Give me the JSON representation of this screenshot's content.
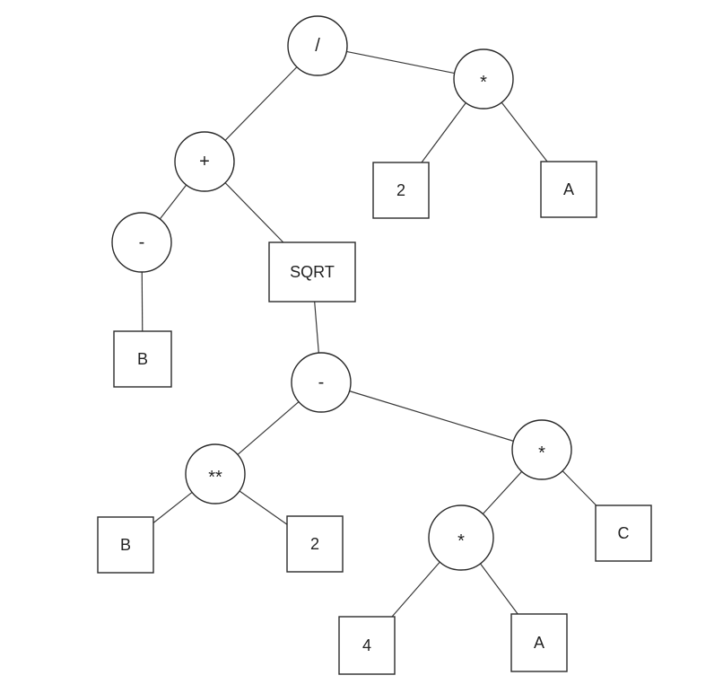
{
  "tree": {
    "root": {
      "label": "/",
      "shape": "circle",
      "children": [
        {
          "label": "+",
          "shape": "circle",
          "children": [
            {
              "label": "-",
              "shape": "circle",
              "children": [
                {
                  "label": "B",
                  "shape": "box",
                  "children": []
                }
              ]
            },
            {
              "label": "SQRT",
              "shape": "box",
              "children": [
                {
                  "label": "-",
                  "shape": "circle",
                  "children": [
                    {
                      "label": "**",
                      "shape": "circle",
                      "children": [
                        {
                          "label": "B",
                          "shape": "box",
                          "children": []
                        },
                        {
                          "label": "2",
                          "shape": "box",
                          "children": []
                        }
                      ]
                    },
                    {
                      "label": "*",
                      "shape": "circle",
                      "children": [
                        {
                          "label": "*",
                          "shape": "circle",
                          "children": [
                            {
                              "label": "4",
                              "shape": "box",
                              "children": []
                            },
                            {
                              "label": "A",
                              "shape": "box",
                              "children": []
                            }
                          ]
                        },
                        {
                          "label": "C",
                          "shape": "box",
                          "children": []
                        }
                      ]
                    }
                  ]
                }
              ]
            }
          ]
        },
        {
          "label": "*",
          "shape": "circle",
          "children": [
            {
              "label": "2",
              "shape": "box",
              "children": []
            },
            {
              "label": "A",
              "shape": "box",
              "children": []
            }
          ]
        }
      ]
    }
  }
}
